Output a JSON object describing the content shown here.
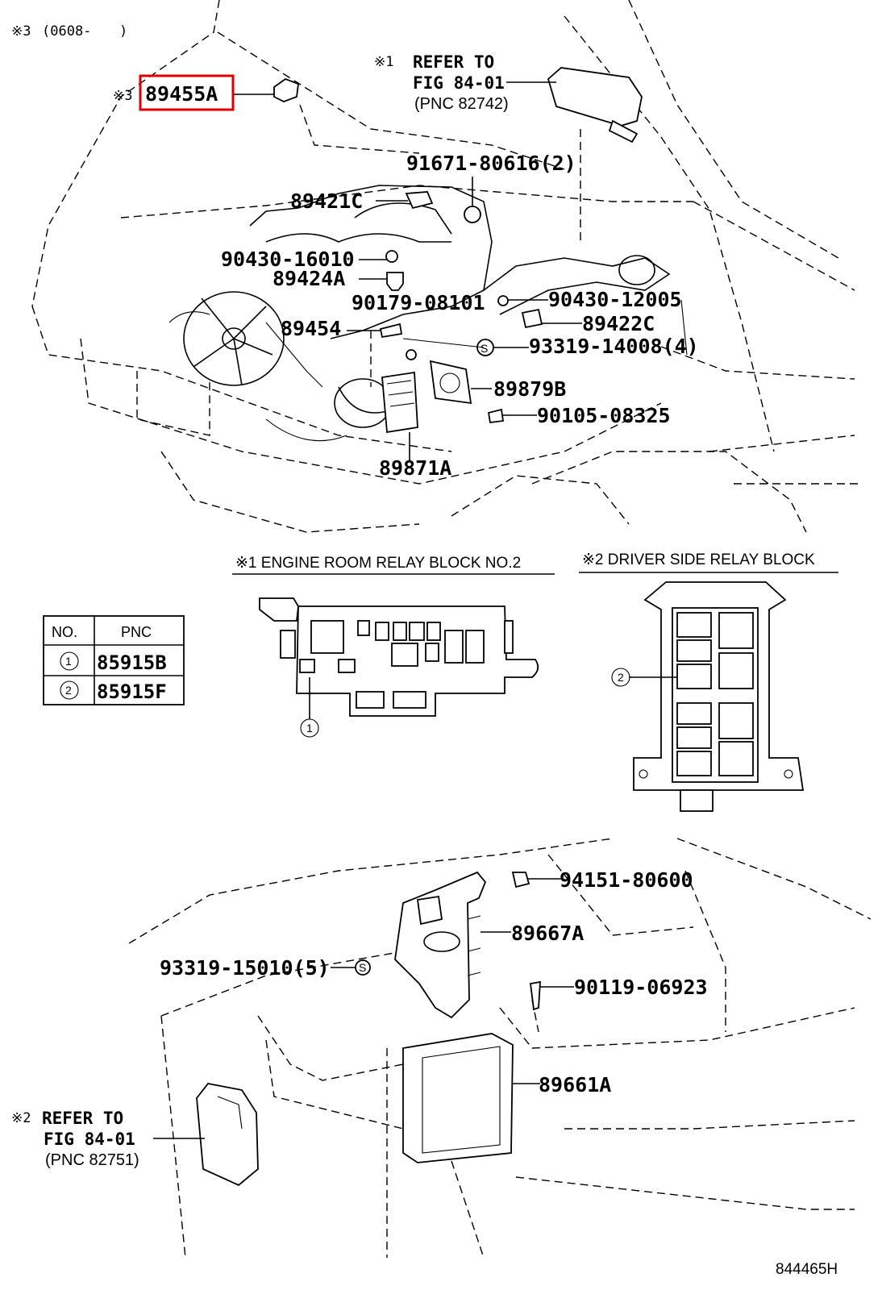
{
  "header": {
    "note_mark": "※3",
    "note_range": "(0608-",
    "note_close": ")"
  },
  "highlight_color": "#e00000",
  "engine_callouts": {
    "p89455A": {
      "prefix": "※3",
      "label": "89455A"
    },
    "refer1": {
      "mark": "※1",
      "line1": "REFER TO",
      "line2": "FIG 84-01",
      "line3": "(PNC 82742)"
    },
    "p91671": "91671-80616(2)",
    "p89421C": "89421C",
    "p90430_16010": "90430-16010",
    "p89424A": "89424A",
    "p90179": "90179-08101",
    "p90430_12005": "90430-12005",
    "p89454": "89454",
    "p89422C": "89422C",
    "p93319_14008": "93319-14008(4)",
    "p89879B": "89879B",
    "p90105": "90105-08325",
    "p89871A": "89871A"
  },
  "relay_block_1": {
    "title": "※1 ENGINE ROOM RELAY BLOCK NO.2",
    "marker": "1"
  },
  "relay_block_2": {
    "title": "※2 DRIVER SIDE RELAY BLOCK",
    "marker": "2"
  },
  "pnc_table": {
    "headers": [
      "NO.",
      "PNC"
    ],
    "rows": [
      {
        "no": "1",
        "pnc": "85915B"
      },
      {
        "no": "2",
        "pnc": "85915F"
      }
    ]
  },
  "interior_callouts": {
    "p94151": "94151-80600",
    "p89667A": "89667A",
    "p93319_15010": "93319-15010(5)",
    "p90119": "90119-06923",
    "p89661A": "89661A",
    "refer2": {
      "mark": "※2",
      "line1": "REFER TO",
      "line2": "FIG 84-01",
      "line3": "(PNC 82751)"
    }
  },
  "figure_id": "844465H"
}
